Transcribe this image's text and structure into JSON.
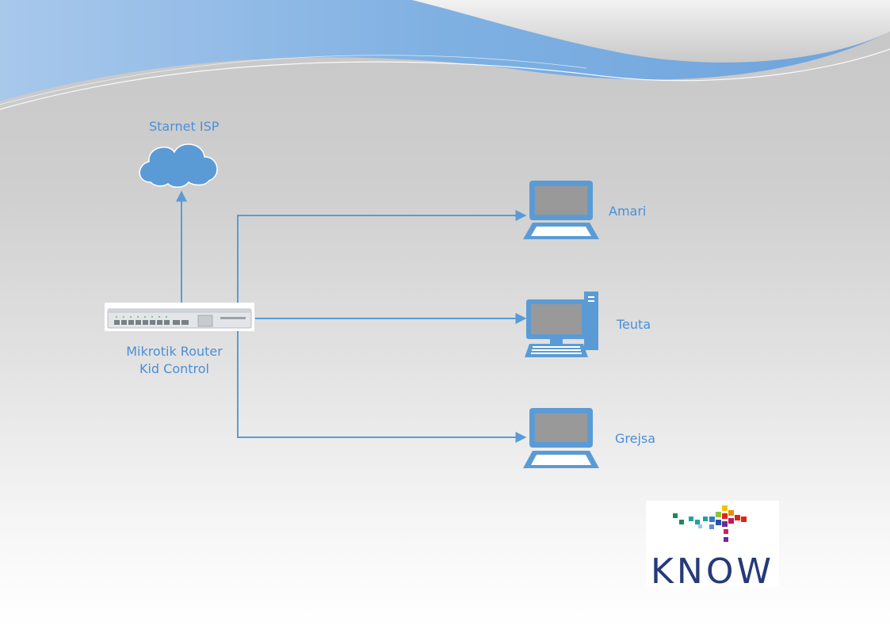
{
  "nodes": {
    "isp": {
      "label": "Starnet ISP"
    },
    "router": {
      "line1": "Mikrotik Router",
      "line2": "Kid Control"
    },
    "amari": {
      "label": "Amari"
    },
    "teuta": {
      "label": "Teuta"
    },
    "grejsa": {
      "label": "Grejsa"
    }
  },
  "logo": {
    "text": "KNOW"
  },
  "colors": {
    "accent": "#5b9bd5",
    "label": "#4a90d9",
    "line": "#5b9bd5",
    "logo_text": "#263a7a"
  }
}
